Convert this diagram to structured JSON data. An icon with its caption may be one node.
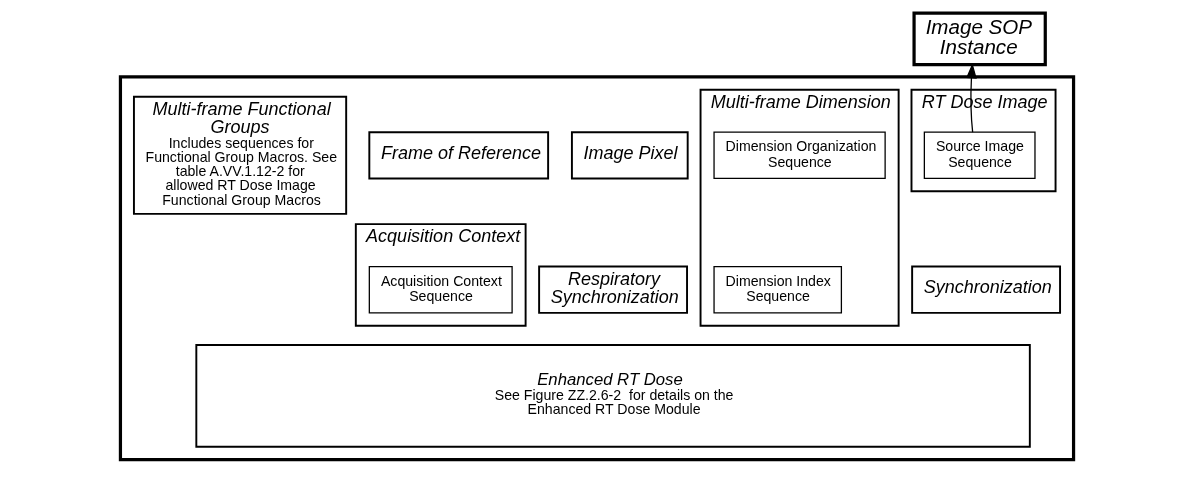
{
  "diagram": {
    "nodes": [
      {
        "text": [
          "Image SOP Instance"
        ]
      },
      {
        "text": [],
        "shape": "box"
      },
      {
        "text": [
          "RT Dose Image"
        ],
        "in": 1
      },
      {
        "text": [
          "Source Image Sequence"
        ],
        "in": 2
      },
      {
        "text": [
          "Synchronization"
        ],
        "in": 1
      },
      {
        "text": [
          "Multi-frame Functional Groups",
          "Includes sequences for Functional Group Macros. See table A.VV.1.12-2 for allowed RT Dose Image Functional Group Macros"
        ],
        "in": 1
      },
      {
        "text": [
          "Frame of Reference"
        ],
        "in": 1
      },
      {
        "text": [
          "Acquisition Context"
        ],
        "in": 1
      },
      {
        "text": [
          "Acquisition Context Sequence"
        ],
        "in": 7
      },
      {
        "text": [
          "Image Pixel"
        ],
        "in": 1
      },
      {
        "text": [
          "Respiratory Synchronization"
        ],
        "in": 1
      },
      {
        "text": [
          "Multi-frame Dimension"
        ],
        "in": 1
      },
      {
        "text": [
          "Dimension Organization Sequence"
        ],
        "in": 11
      },
      {
        "text": [
          "Dimension Index Sequence"
        ],
        "in": 11
      },
      {
        "text": [
          "Enhanced RT Dose",
          "See Figure ZZ.2.6-2  for details on the Enhanced RT Dose Module"
        ],
        "in": 1
      }
    ],
    "edges": [
      {
        "from": 3,
        "to": 0,
        "arrow": "to"
      }
    ]
  }
}
